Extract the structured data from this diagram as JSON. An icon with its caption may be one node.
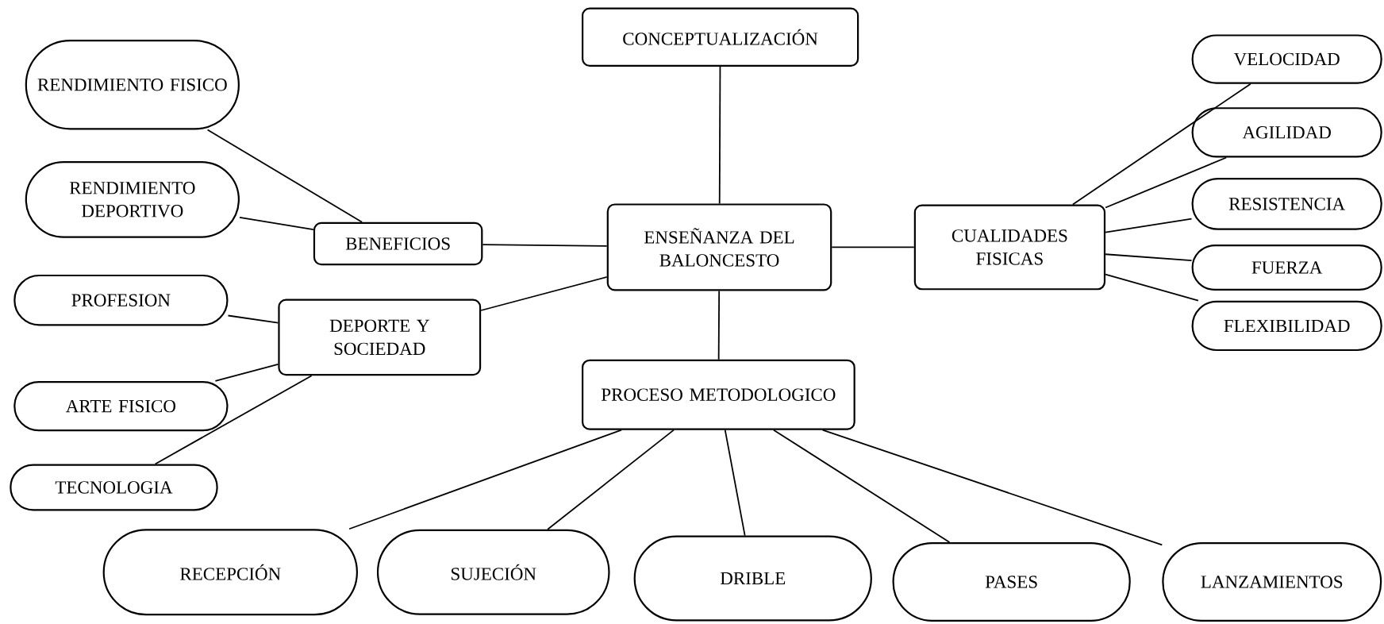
{
  "diagram": {
    "nodes": [
      {
        "text": [
          "CONCEPTUALIZACIÓN"
        ]
      },
      {
        "text": [
          "ENSEÑANZA DEL BALONCESTO"
        ]
      },
      {
        "text": [
          "BENEFICIOS"
        ]
      },
      {
        "text": [
          "RENDIMIENTO FISICO"
        ]
      },
      {
        "text": [
          "RENDIMIENTO DEPORTIVO"
        ]
      },
      {
        "text": [
          "DEPORTE Y SOCIEDAD"
        ]
      },
      {
        "text": [
          "PROFESION"
        ]
      },
      {
        "text": [
          "ARTE FISICO"
        ]
      },
      {
        "text": [
          "TECNOLOGIA"
        ]
      },
      {
        "text": [
          "CUALIDADES FISICAS"
        ]
      },
      {
        "text": [
          "VELOCIDAD"
        ]
      },
      {
        "text": [
          "AGILIDAD"
        ]
      },
      {
        "text": [
          "RESISTENCIA"
        ]
      },
      {
        "text": [
          "FUERZA"
        ]
      },
      {
        "text": [
          "FLEXIBILIDAD"
        ]
      },
      {
        "text": [
          "PROCESO METODOLOGICO"
        ]
      },
      {
        "text": [
          "RECEPCIÓN"
        ]
      },
      {
        "text": [
          "SUJECIÓN"
        ]
      },
      {
        "text": [
          "DRIBLE"
        ]
      },
      {
        "text": [
          "PASES"
        ]
      },
      {
        "text": [
          "LANZAMIENTOS"
        ]
      }
    ],
    "edges": [
      {
        "from": 0,
        "to": 1,
        "arrow": "none"
      },
      {
        "from": 1,
        "to": 2,
        "arrow": "none"
      },
      {
        "from": 2,
        "to": 3,
        "arrow": "none"
      },
      {
        "from": 2,
        "to": 4,
        "arrow": "none"
      },
      {
        "from": 1,
        "to": 5,
        "arrow": "none"
      },
      {
        "from": 5,
        "to": 6,
        "arrow": "none"
      },
      {
        "from": 5,
        "to": 7,
        "arrow": "none"
      },
      {
        "from": 5,
        "to": 8,
        "arrow": "none"
      },
      {
        "from": 1,
        "to": 9,
        "arrow": "none"
      },
      {
        "from": 9,
        "to": 10,
        "arrow": "none"
      },
      {
        "from": 9,
        "to": 11,
        "arrow": "none"
      },
      {
        "from": 9,
        "to": 12,
        "arrow": "none"
      },
      {
        "from": 9,
        "to": 13,
        "arrow": "none"
      },
      {
        "from": 9,
        "to": 14,
        "arrow": "none"
      },
      {
        "from": 1,
        "to": 15,
        "arrow": "none"
      },
      {
        "from": 15,
        "to": 16,
        "arrow": "none"
      },
      {
        "from": 15,
        "to": 17,
        "arrow": "none"
      },
      {
        "from": 15,
        "to": 18,
        "arrow": "none"
      },
      {
        "from": 15,
        "to": 19,
        "arrow": "none"
      },
      {
        "from": 15,
        "to": 20,
        "arrow": "none"
      }
    ]
  }
}
